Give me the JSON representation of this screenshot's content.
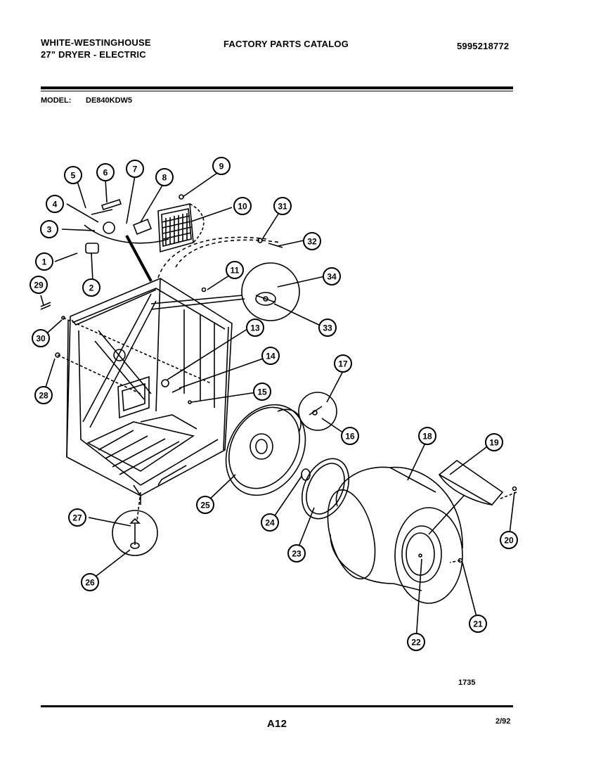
{
  "header": {
    "brand": "WHITE-WESTINGHOUSE",
    "product": "27\" DRYER - ELECTRIC",
    "catalog_title": "FACTORY PARTS CATALOG",
    "catalog_number": "5995218772",
    "model_label": "MODEL:",
    "model_number": "DE840KDW5"
  },
  "footer": {
    "drawing_number": "1735",
    "page": "A12",
    "date": "2/92"
  },
  "callouts": [
    "1",
    "2",
    "3",
    "4",
    "5",
    "6",
    "7",
    "8",
    "9",
    "10",
    "11",
    "13",
    "14",
    "15",
    "16",
    "17",
    "18",
    "19",
    "20",
    "21",
    "22",
    "23",
    "24",
    "25",
    "26",
    "27",
    "28",
    "29",
    "30",
    "31",
    "32",
    "33",
    "34"
  ]
}
